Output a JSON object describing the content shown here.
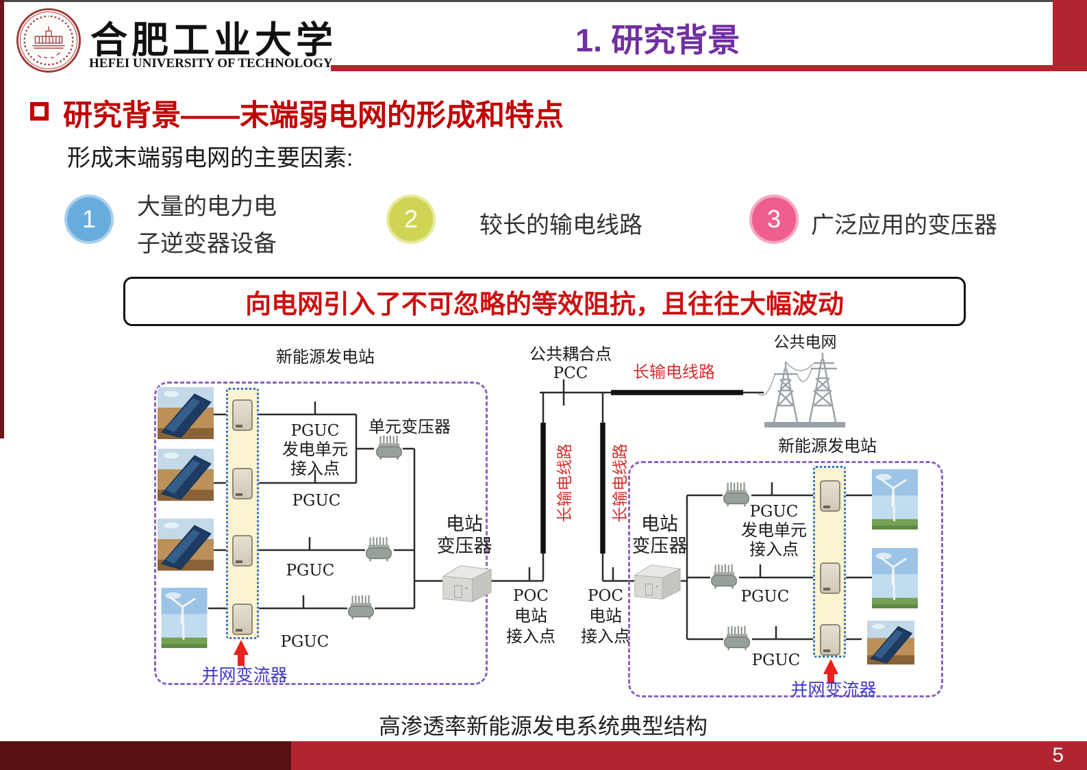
{
  "header": {
    "university_cn": "合肥工业大学",
    "university_en": "HEFEI UNIVERSITY OF  TECHNOLOGY",
    "slide_title": "1. 研究背景"
  },
  "section": {
    "heading": "研究背景——末端弱电网的形成和特点",
    "subheading": "形成末端弱电网的主要因素:"
  },
  "factors": [
    {
      "num": "1",
      "color": "#68ACDE",
      "lines": [
        "大量的电力电",
        "子逆变器设备"
      ]
    },
    {
      "num": "2",
      "color": "#D0D455",
      "lines": [
        "较长的输电线路"
      ]
    },
    {
      "num": "3",
      "color": "#EE5F90",
      "lines": [
        "广泛应用的变压器"
      ]
    }
  ],
  "highlight_box": {
    "text": "向电网引入了不可忽略的等效阻抗，且往往大幅波动",
    "text_color": "#CC1111"
  },
  "diagram": {
    "left_station_title": "新能源发电站",
    "right_station_title": "新能源发电站",
    "pcc_label": "公共耦合点",
    "pcc_abbr": "PCC",
    "long_line_label": "长输电线路",
    "public_grid_label": "公共电网",
    "vertical_line_label_1": "长输电线路",
    "vertical_line_label_2": "长输电线路",
    "unit_transformer_label": "单元变压器",
    "station_transformer_left": [
      "电站",
      "变压器"
    ],
    "station_transformer_right": [
      "电站",
      "变压器"
    ],
    "pguc": "PGUC",
    "pguc_block": [
      "PGUC",
      "发电单元",
      "接入点"
    ],
    "poc_block": [
      "POC",
      "电站",
      "接入点"
    ],
    "grid_converter_left": "并网变流器",
    "grid_converter_right": "并网变流器",
    "caption": "高渗透率新能源发电系统典型结构"
  },
  "footer": {
    "page_number": "5"
  },
  "colors": {
    "accent_red": "#B3252E",
    "footer_dark": "#5A1013",
    "title_purple": "#7030A0",
    "heading_red": "#C00000",
    "dashed_box_purple": "#8A63C0",
    "inverter_strip_yellow": "#FCF3D0",
    "inverter_strip_border_blue": "#2C6FC4",
    "long_line_red": "#D2322E",
    "converter_label_blue": "#3D35C9",
    "arrow_red": "#E8211B"
  }
}
